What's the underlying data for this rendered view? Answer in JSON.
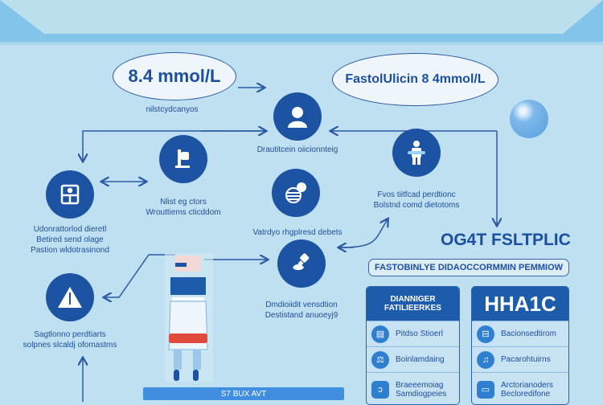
{
  "bubbles": {
    "left_value": "8.4 mmol/L",
    "left_caption": "nilstcydcanyos",
    "right_value": "FastolUlicin 8 4mmol/L"
  },
  "nodes": {
    "person": "Drautitcein oiicionnteig",
    "device": [
      "Nlist eg ctors",
      "Wrouttiems cticddom"
    ],
    "monitor": [
      "Udonrattorlod dieretl",
      "Betired send olage",
      "Pastion wldotrasinond"
    ],
    "chart": "Vatrdyo rhgplresd debets",
    "patient": [
      "Fvos tiitfcad perdtionc",
      "Bolstnd comd dietotoms"
    ],
    "warning": [
      "Sagtlonno perdtiarts",
      "solpnes slcaldj ofomastms"
    ],
    "pills": [
      "Dmdioiidit vensdtion",
      "Destistand anuoeyj9"
    ]
  },
  "ogtt_title": "OG4T FSLTPLIC",
  "banner": "FASTOBINLYE DIDAOCCORMMIN PEMMIOW",
  "bottom_bar": "S7 BUX AVT",
  "tables": [
    {
      "header": [
        "DIANNIGER",
        "FATILIEERKES"
      ],
      "rows": [
        [
          "Pitdso Stioerl"
        ],
        [
          "Boinlamdaing"
        ],
        [
          "Braeeemoiag",
          "Samdiogpeies"
        ]
      ]
    },
    {
      "header": [
        "HHA1C"
      ],
      "rows": [
        [
          "Bacionsedtirom"
        ],
        [
          "Pacarohtuirns"
        ],
        [
          "Arctorianoders",
          "Becloredifone"
        ]
      ]
    }
  ],
  "colors": {
    "accent": "#1c54a3",
    "background": "#bfe0f1",
    "band": "#82c4ea"
  }
}
